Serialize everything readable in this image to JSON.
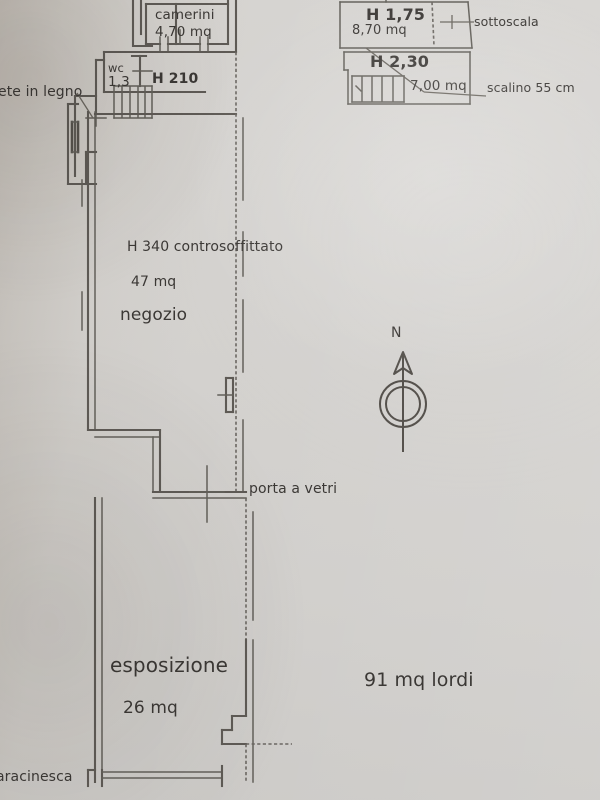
{
  "document": {
    "kind": "floor-plan-photo",
    "title": "Planimetria negozio"
  },
  "colors": {
    "paper": "#d4d2cf",
    "ink": "#3b3835",
    "line": "#5d5954",
    "shadow": "#968c80"
  },
  "rooms": [
    {
      "name": "camerini",
      "label": "camerini",
      "area": "4,70 mq"
    },
    {
      "name": "wc",
      "label": "wc",
      "area": "1,3"
    },
    {
      "name": "negozio",
      "label": "negozio",
      "area": "47 mq",
      "height_note": "H 340 controsoffittato"
    },
    {
      "name": "esposizione",
      "label": "esposizione",
      "area": "26 mq"
    }
  ],
  "labels": {
    "camerini": "camerini",
    "camerini_area": "4,70 mq",
    "wc": "wc",
    "wc_area": "1,3",
    "h210": "H 210",
    "rete_in_legno": "ete in legno",
    "h340": "H 340 controsoffittato",
    "negozio_area": "47 mq",
    "negozio": "negozio",
    "porta_a_vetri": "porta a vetri",
    "esposizione": "esposizione",
    "esposizione_area": "26 mq",
    "totale_lordo": "91 mq lordi",
    "saracinesca": "aracinesca"
  },
  "detail_box": {
    "upper": {
      "height": "H 1,75",
      "area": "8,70 mq",
      "callout": "sottoscala"
    },
    "lower": {
      "height": "H 2,30",
      "area": "7,00 mq",
      "callout": "scalino 55 cm"
    }
  },
  "compass": {
    "label": "N",
    "icon": "north-arrow-icon"
  }
}
